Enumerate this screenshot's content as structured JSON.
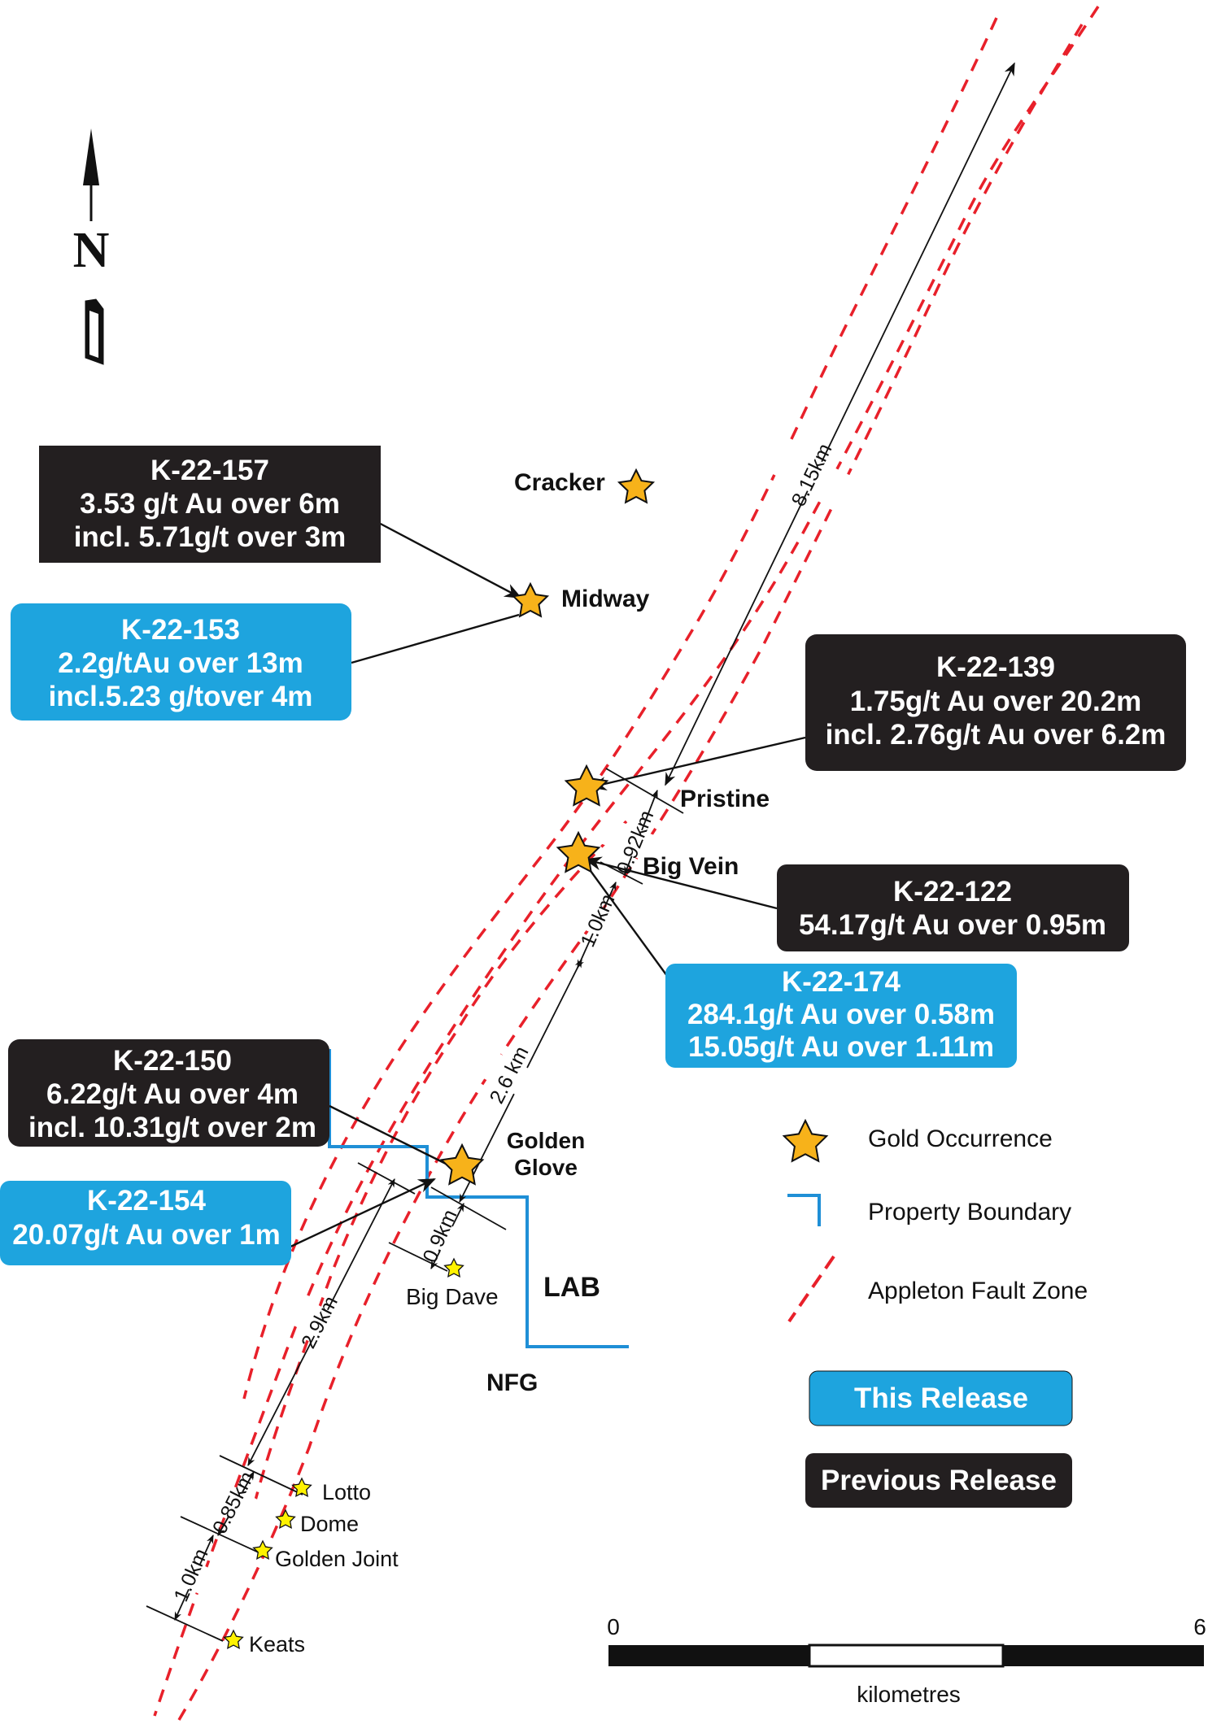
{
  "north_label": "N",
  "occurrences": [
    {
      "name": "Cracker"
    },
    {
      "name": "Midway"
    },
    {
      "name": "Pristine"
    },
    {
      "name": "Big Vein"
    },
    {
      "name": "Golden Glove"
    },
    {
      "name": "Big Dave"
    },
    {
      "name": "Lotto"
    },
    {
      "name": "Dome"
    },
    {
      "name": "Golden Joint"
    },
    {
      "name": "Keats"
    }
  ],
  "golden_glove_lines": [
    "Golden",
    "Glove"
  ],
  "region_labels": {
    "lab": "LAB",
    "nfg": "NFG"
  },
  "drill_results": [
    {
      "hole": "K-22-157",
      "release": "previous",
      "lines": [
        "3.53 g/t Au over 6m",
        "incl. 5.71g/t over 3m"
      ]
    },
    {
      "hole": "K-22-153",
      "release": "this",
      "lines": [
        "2.2g/tAu over 13m",
        "incl.5.23 g/tover 4m"
      ]
    },
    {
      "hole": "K-22-139",
      "release": "previous",
      "lines": [
        "1.75g/t Au over 20.2m",
        "incl. 2.76g/t Au over 6.2m"
      ]
    },
    {
      "hole": "K-22-122",
      "release": "previous",
      "lines": [
        "54.17g/t Au over 0.95m"
      ]
    },
    {
      "hole": "K-22-174",
      "release": "this",
      "lines": [
        "284.1g/t Au over 0.58m",
        "15.05g/t Au over 1.11m"
      ]
    },
    {
      "hole": "K-22-150",
      "release": "previous",
      "lines": [
        "6.22g/t Au over 4m",
        "incl. 10.31g/t over 2m"
      ]
    },
    {
      "hole": "K-22-154",
      "release": "this",
      "lines": [
        "20.07g/t Au over 1m"
      ]
    }
  ],
  "distances": {
    "d_815": "8.15km",
    "d_092": "0.92km",
    "d_10a": "1.0km",
    "d_26": "2.6 km",
    "d_09": "0.9km",
    "d_29": "2.9km",
    "d_085": "0.85km",
    "d_10b": "1.0km"
  },
  "legend": {
    "gold_occurrence": "Gold Occurrence",
    "property_boundary": "Property Boundary",
    "fault_zone": "Appleton Fault Zone",
    "this_release": "This Release",
    "previous_release": "Previous Release"
  },
  "scale_bar": {
    "min_label": "0",
    "max_label": "6",
    "unit": "kilometres"
  },
  "colors": {
    "this_release": "#1ea4de",
    "previous_release": "#231f20",
    "fault": "#e8202a",
    "boundary": "#1f8fd6",
    "star_large": "#f7b21a",
    "star_small": "#fff200"
  }
}
